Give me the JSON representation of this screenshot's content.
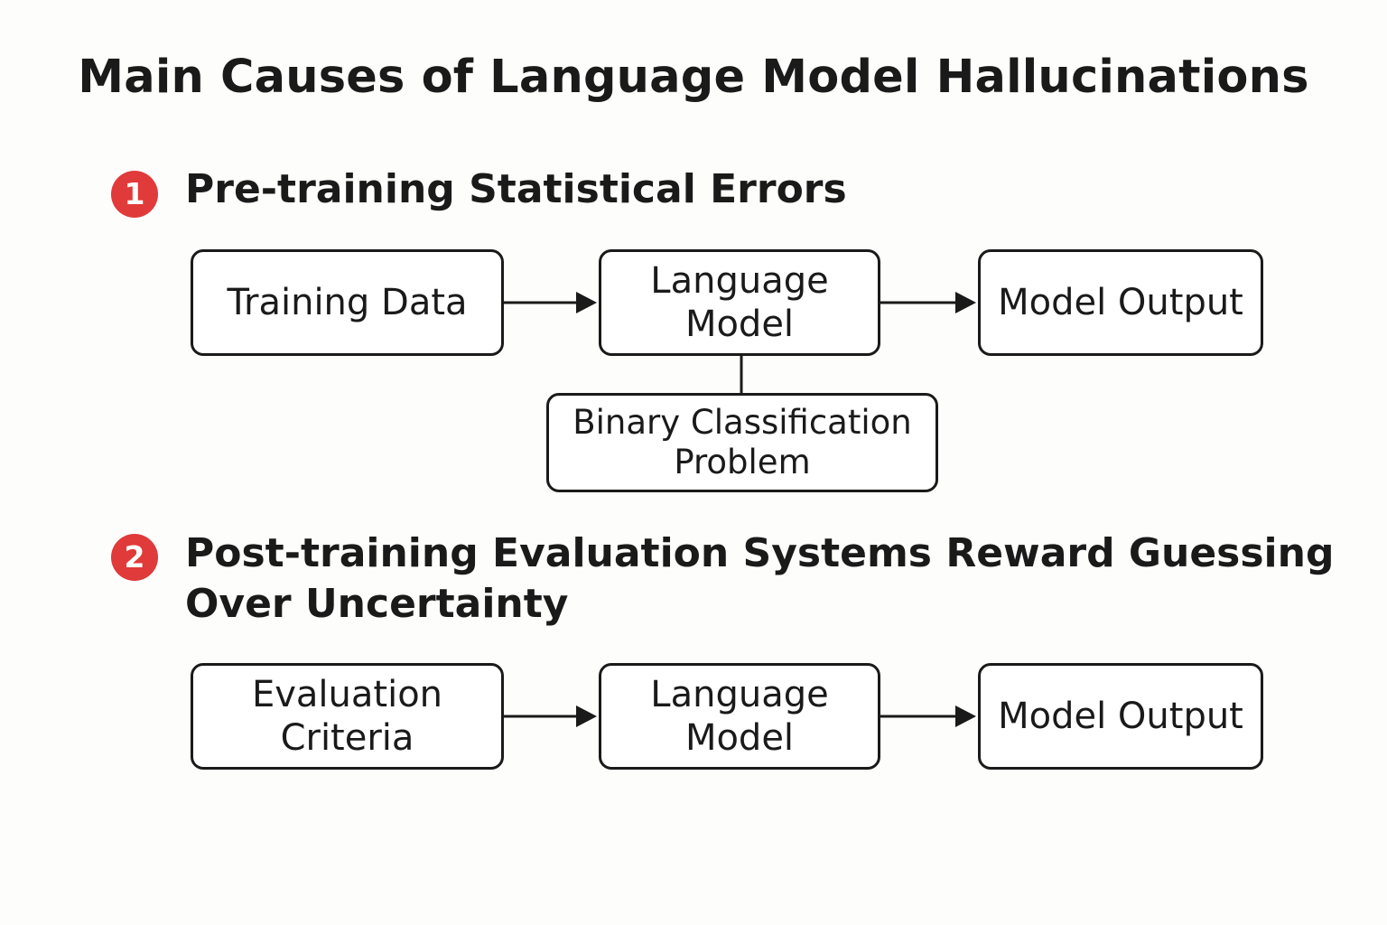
{
  "title": "Main Causes of Language Model Hallucinations",
  "colors": {
    "badge": "#e03a3a",
    "stroke": "#1a1a1a",
    "background": "#fdfdfc"
  },
  "sections": [
    {
      "number": "1",
      "title": "Pre-training Statistical Errors",
      "nodes": {
        "input": "Training Data",
        "model": "Language\nModel",
        "output": "Model Output",
        "sub": "Binary Classification\nProblem"
      }
    },
    {
      "number": "2",
      "title": "Post-training Evaluation Systems Reward Guessing\nOver Uncertainty",
      "nodes": {
        "input": "Evaluation\nCriteria",
        "model": "Language\nModel",
        "output": "Model Output"
      }
    }
  ]
}
